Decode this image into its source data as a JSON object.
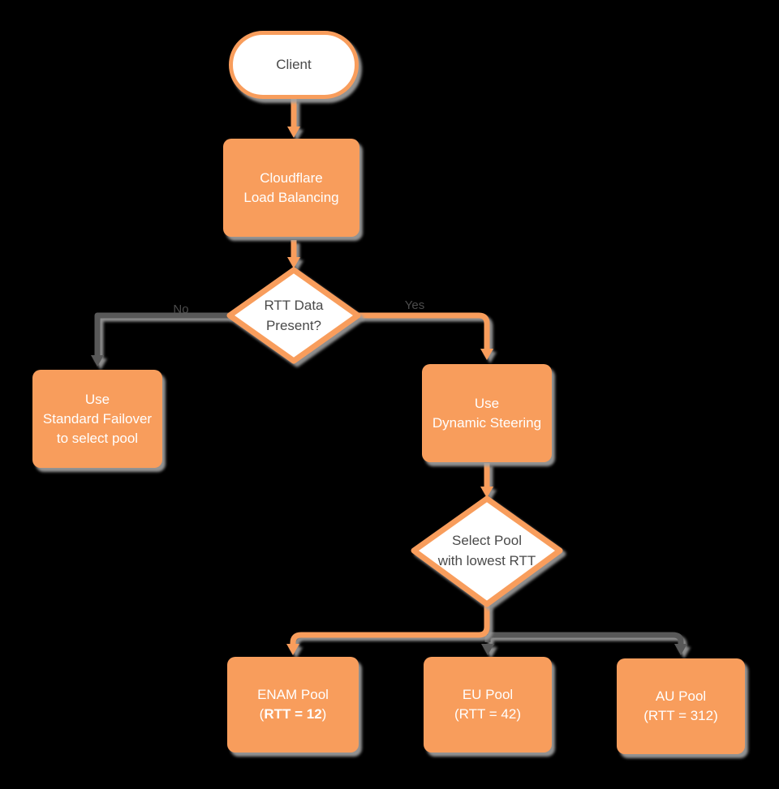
{
  "palette": {
    "background": "#000000",
    "orange": "#f89d5c",
    "line_gray": "#585858",
    "shadow_gray": "#a3a3a3",
    "text_dark": "#4a4a4a",
    "text_white": "#ffffff"
  },
  "nodes": {
    "client": {
      "label": "Client"
    },
    "load_balancer": {
      "lines": [
        "Cloudflare",
        "Load Balancing"
      ]
    },
    "rtt_decision": {
      "lines": [
        "RTT Data",
        "Present?"
      ]
    },
    "standard_failover": {
      "lines": [
        "Use",
        "Standard Failover",
        "to select pool"
      ]
    },
    "dynamic_steering": {
      "lines": [
        "Use",
        "Dynamic Steering"
      ]
    },
    "select_pool": {
      "lines": [
        "Select Pool",
        "with lowest RTT"
      ]
    },
    "enam_pool": {
      "line1": "ENAM Pool",
      "rtt_open": "(",
      "rtt_bold": "RTT = 12",
      "rtt_close": ")"
    },
    "eu_pool": {
      "lines": [
        "EU Pool",
        "(RTT = 42)"
      ]
    },
    "au_pool": {
      "lines": [
        "AU Pool",
        "(RTT = 312)"
      ]
    }
  },
  "edge_labels": {
    "no": "No",
    "yes": "Yes"
  }
}
